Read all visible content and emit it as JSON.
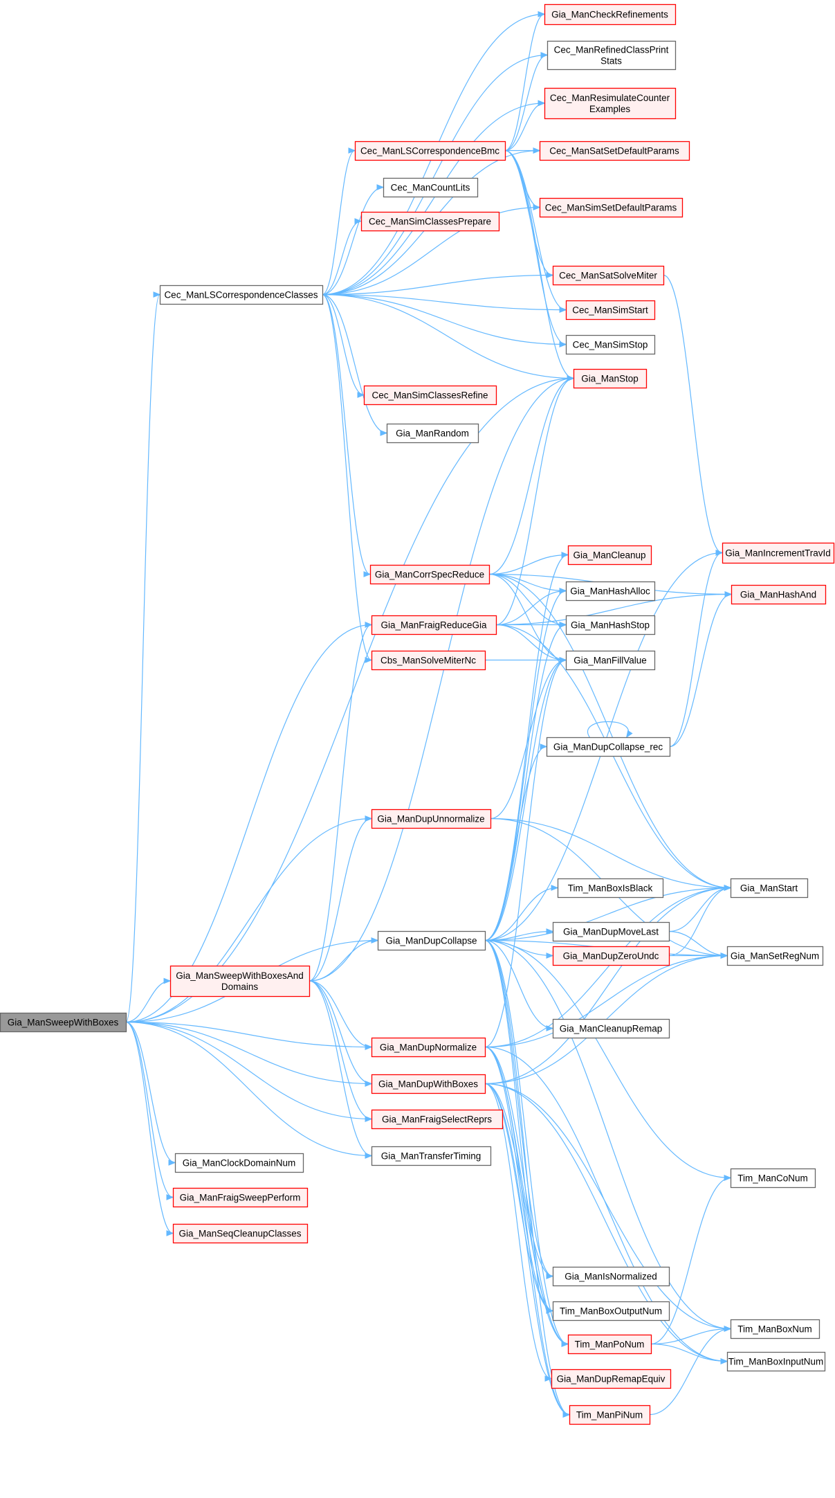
{
  "colors": {
    "edge": "#63b8ff",
    "root_fill": "#999999",
    "root_stroke": "#666666",
    "plain_fill": "#ffffff",
    "plain_stroke": "#666666",
    "red_fill": "#fff0f0",
    "red_stroke": "#ff0000"
  },
  "nodes": [
    {
      "id": "root",
      "lines": [
        "Gia_ManSweepWithBoxes"
      ],
      "style": "root"
    },
    {
      "id": "checkRef",
      "lines": [
        "Gia_ManCheckRefinements"
      ],
      "style": "red"
    },
    {
      "id": "refinedPrint",
      "lines": [
        "Cec_ManRefinedClassPrint",
        "Stats"
      ],
      "style": "plain"
    },
    {
      "id": "resimCounter",
      "lines": [
        "Cec_ManResimulateCounter",
        "Examples"
      ],
      "style": "red"
    },
    {
      "id": "lsBmc",
      "lines": [
        "Cec_ManLSCorrespondenceBmc"
      ],
      "style": "red"
    },
    {
      "id": "satDefault",
      "lines": [
        "Cec_ManSatSetDefaultParams"
      ],
      "style": "red"
    },
    {
      "id": "countLits",
      "lines": [
        "Cec_ManCountLits"
      ],
      "style": "plain"
    },
    {
      "id": "simPrepare",
      "lines": [
        "Cec_ManSimClassesPrepare"
      ],
      "style": "red"
    },
    {
      "id": "simDefault",
      "lines": [
        "Cec_ManSimSetDefaultParams"
      ],
      "style": "red"
    },
    {
      "id": "lsClasses",
      "lines": [
        "Cec_ManLSCorrespondenceClasses"
      ],
      "style": "plain"
    },
    {
      "id": "satMiter",
      "lines": [
        "Cec_ManSatSolveMiter"
      ],
      "style": "red"
    },
    {
      "id": "simStart",
      "lines": [
        "Cec_ManSimStart"
      ],
      "style": "red"
    },
    {
      "id": "simStop",
      "lines": [
        "Cec_ManSimStop"
      ],
      "style": "plain"
    },
    {
      "id": "giaStop",
      "lines": [
        "Gia_ManStop"
      ],
      "style": "red"
    },
    {
      "id": "simRefine",
      "lines": [
        "Cec_ManSimClassesRefine"
      ],
      "style": "red"
    },
    {
      "id": "random",
      "lines": [
        "Gia_ManRandom"
      ],
      "style": "plain"
    },
    {
      "id": "incTrav",
      "lines": [
        "Gia_ManIncrementTravId"
      ],
      "style": "red"
    },
    {
      "id": "cleanup",
      "lines": [
        "Gia_ManCleanup"
      ],
      "style": "red"
    },
    {
      "id": "corrSpec",
      "lines": [
        "Gia_ManCorrSpecReduce"
      ],
      "style": "red"
    },
    {
      "id": "hashAnd",
      "lines": [
        "Gia_ManHashAnd"
      ],
      "style": "red"
    },
    {
      "id": "hashAlloc",
      "lines": [
        "Gia_ManHashAlloc"
      ],
      "style": "plain"
    },
    {
      "id": "fraigReduce",
      "lines": [
        "Gia_ManFraigReduceGia"
      ],
      "style": "red"
    },
    {
      "id": "hashStop",
      "lines": [
        "Gia_ManHashStop"
      ],
      "style": "plain"
    },
    {
      "id": "cbsSolve",
      "lines": [
        "Cbs_ManSolveMiterNc"
      ],
      "style": "red"
    },
    {
      "id": "fillValue",
      "lines": [
        "Gia_ManFillValue"
      ],
      "style": "plain"
    },
    {
      "id": "dupCollRec",
      "lines": [
        "Gia_ManDupCollapse_rec"
      ],
      "style": "plain"
    },
    {
      "id": "dupUnnorm",
      "lines": [
        "Gia_ManDupUnnormalize"
      ],
      "style": "red"
    },
    {
      "id": "boxIsBlack",
      "lines": [
        "Tim_ManBoxIsBlack"
      ],
      "style": "plain"
    },
    {
      "id": "giaStart",
      "lines": [
        "Gia_ManStart"
      ],
      "style": "plain"
    },
    {
      "id": "dupMoveLast",
      "lines": [
        "Gia_ManDupMoveLast"
      ],
      "style": "plain"
    },
    {
      "id": "dupCollapse",
      "lines": [
        "Gia_ManDupCollapse"
      ],
      "style": "plain"
    },
    {
      "id": "dupZeroUndc",
      "lines": [
        "Gia_ManDupZeroUndc"
      ],
      "style": "red"
    },
    {
      "id": "setRegNum",
      "lines": [
        "Gia_ManSetRegNum"
      ],
      "style": "plain"
    },
    {
      "id": "sweepDomains",
      "lines": [
        "Gia_ManSweepWithBoxesAnd",
        "Domains"
      ],
      "style": "red"
    },
    {
      "id": "cleanupRemap",
      "lines": [
        "Gia_ManCleanupRemap"
      ],
      "style": "plain"
    },
    {
      "id": "dupNormalize",
      "lines": [
        "Gia_ManDupNormalize"
      ],
      "style": "red"
    },
    {
      "id": "dupWithBoxes",
      "lines": [
        "Gia_ManDupWithBoxes"
      ],
      "style": "red"
    },
    {
      "id": "fraigSelect",
      "lines": [
        "Gia_ManFraigSelectReprs"
      ],
      "style": "red"
    },
    {
      "id": "transferTiming",
      "lines": [
        "Gia_ManTransferTiming"
      ],
      "style": "plain"
    },
    {
      "id": "clockDomain",
      "lines": [
        "Gia_ManClockDomainNum"
      ],
      "style": "plain"
    },
    {
      "id": "coNum",
      "lines": [
        "Tim_ManCoNum"
      ],
      "style": "plain"
    },
    {
      "id": "fraigSweep",
      "lines": [
        "Gia_ManFraigSweepPerform"
      ],
      "style": "red"
    },
    {
      "id": "seqCleanup",
      "lines": [
        "Gia_ManSeqCleanupClasses"
      ],
      "style": "red"
    },
    {
      "id": "isNormalized",
      "lines": [
        "Gia_ManIsNormalized"
      ],
      "style": "plain"
    },
    {
      "id": "boxOutputNum",
      "lines": [
        "Tim_ManBoxOutputNum"
      ],
      "style": "plain"
    },
    {
      "id": "boxNum",
      "lines": [
        "Tim_ManBoxNum"
      ],
      "style": "plain"
    },
    {
      "id": "poNum",
      "lines": [
        "Tim_ManPoNum"
      ],
      "style": "red"
    },
    {
      "id": "boxInputNum",
      "lines": [
        "Tim_ManBoxInputNum"
      ],
      "style": "plain"
    },
    {
      "id": "dupRemapEquiv",
      "lines": [
        "Gia_ManDupRemapEquiv"
      ],
      "style": "red"
    },
    {
      "id": "piNum",
      "lines": [
        "Tim_ManPiNum"
      ],
      "style": "red"
    }
  ],
  "edges": [
    [
      "root",
      "lsClasses"
    ],
    [
      "root",
      "giaStop"
    ],
    [
      "root",
      "fraigReduce"
    ],
    [
      "root",
      "dupUnnorm"
    ],
    [
      "root",
      "dupCollapse"
    ],
    [
      "root",
      "sweepDomains"
    ],
    [
      "root",
      "dupNormalize"
    ],
    [
      "root",
      "dupWithBoxes"
    ],
    [
      "root",
      "fraigSelect"
    ],
    [
      "root",
      "transferTiming"
    ],
    [
      "root",
      "clockDomain"
    ],
    [
      "root",
      "fraigSweep"
    ],
    [
      "root",
      "seqCleanup"
    ],
    [
      "lsClasses",
      "checkRef"
    ],
    [
      "lsClasses",
      "refinedPrint"
    ],
    [
      "lsClasses",
      "resimCounter"
    ],
    [
      "lsClasses",
      "lsBmc"
    ],
    [
      "lsClasses",
      "satDefault"
    ],
    [
      "lsClasses",
      "countLits"
    ],
    [
      "lsClasses",
      "simPrepare"
    ],
    [
      "lsClasses",
      "simDefault"
    ],
    [
      "lsClasses",
      "satMiter"
    ],
    [
      "lsClasses",
      "simStart"
    ],
    [
      "lsClasses",
      "simStop"
    ],
    [
      "lsClasses",
      "giaStop"
    ],
    [
      "lsClasses",
      "simRefine"
    ],
    [
      "lsClasses",
      "random"
    ],
    [
      "lsClasses",
      "corrSpec"
    ],
    [
      "lsClasses",
      "cbsSolve"
    ],
    [
      "lsBmc",
      "checkRef"
    ],
    [
      "lsBmc",
      "refinedPrint"
    ],
    [
      "lsBmc",
      "resimCounter"
    ],
    [
      "lsBmc",
      "satDefault"
    ],
    [
      "lsBmc",
      "simDefault"
    ],
    [
      "lsBmc",
      "satMiter"
    ],
    [
      "lsBmc",
      "simStart"
    ],
    [
      "lsBmc",
      "simStop"
    ],
    [
      "lsBmc",
      "giaStop"
    ],
    [
      "satMiter",
      "incTrav"
    ],
    [
      "corrSpec",
      "giaStop"
    ],
    [
      "corrSpec",
      "cleanup"
    ],
    [
      "corrSpec",
      "hashAlloc"
    ],
    [
      "corrSpec",
      "hashStop"
    ],
    [
      "corrSpec",
      "fillValue"
    ],
    [
      "corrSpec",
      "giaStart"
    ],
    [
      "corrSpec",
      "hashAnd"
    ],
    [
      "fraigReduce",
      "giaStop"
    ],
    [
      "fraigReduce",
      "hashAlloc"
    ],
    [
      "fraigReduce",
      "hashStop"
    ],
    [
      "fraigReduce",
      "fillValue"
    ],
    [
      "fraigReduce",
      "giaStart"
    ],
    [
      "fraigReduce",
      "hashAnd"
    ],
    [
      "cbsSolve",
      "fillValue"
    ],
    [
      "dupCollRec",
      "dupCollRec"
    ],
    [
      "dupCollRec",
      "incTrav"
    ],
    [
      "dupCollRec",
      "hashAnd"
    ],
    [
      "dupUnnorm",
      "fillValue"
    ],
    [
      "dupUnnorm",
      "giaStart"
    ],
    [
      "dupUnnorm",
      "setRegNum"
    ],
    [
      "sweepDomains",
      "giaStop"
    ],
    [
      "sweepDomains",
      "fraigReduce"
    ],
    [
      "sweepDomains",
      "dupUnnorm"
    ],
    [
      "sweepDomains",
      "dupCollapse"
    ],
    [
      "sweepDomains",
      "dupNormalize"
    ],
    [
      "sweepDomains",
      "dupWithBoxes"
    ],
    [
      "sweepDomains",
      "fraigSelect"
    ],
    [
      "sweepDomains",
      "transferTiming"
    ],
    [
      "dupCollapse",
      "cleanup"
    ],
    [
      "dupCollapse",
      "hashAlloc"
    ],
    [
      "dupCollapse",
      "hashStop"
    ],
    [
      "dupCollapse",
      "fillValue"
    ],
    [
      "dupCollapse",
      "dupCollRec"
    ],
    [
      "dupCollapse",
      "boxIsBlack"
    ],
    [
      "dupCollapse",
      "giaStart"
    ],
    [
      "dupCollapse",
      "dupMoveLast"
    ],
    [
      "dupCollapse",
      "dupZeroUndc"
    ],
    [
      "dupCollapse",
      "setRegNum"
    ],
    [
      "dupCollapse",
      "cleanupRemap"
    ],
    [
      "dupCollapse",
      "coNum"
    ],
    [
      "dupCollapse",
      "incTrav"
    ],
    [
      "dupCollapse",
      "isNormalized"
    ],
    [
      "dupCollapse",
      "boxOutputNum"
    ],
    [
      "dupCollapse",
      "poNum"
    ],
    [
      "dupCollapse",
      "piNum"
    ],
    [
      "dupCollapse",
      "boxNum"
    ],
    [
      "dupMoveLast",
      "giaStart"
    ],
    [
      "dupMoveLast",
      "setRegNum"
    ],
    [
      "dupZeroUndc",
      "giaStart"
    ],
    [
      "dupZeroUndc",
      "setRegNum"
    ],
    [
      "dupNormalize",
      "fillValue"
    ],
    [
      "dupNormalize",
      "giaStart"
    ],
    [
      "dupNormalize",
      "setRegNum"
    ],
    [
      "dupNormalize",
      "isNormalized"
    ],
    [
      "dupNormalize",
      "boxOutputNum"
    ],
    [
      "dupNormalize",
      "poNum"
    ],
    [
      "dupNormalize",
      "piNum"
    ],
    [
      "dupNormalize",
      "boxInputNum"
    ],
    [
      "dupWithBoxes",
      "giaStart"
    ],
    [
      "dupWithBoxes",
      "boxNum"
    ],
    [
      "dupWithBoxes",
      "boxOutputNum"
    ],
    [
      "dupWithBoxes",
      "poNum"
    ],
    [
      "dupWithBoxes",
      "dupRemapEquiv"
    ],
    [
      "dupWithBoxes",
      "piNum"
    ],
    [
      "dupWithBoxes",
      "boxInputNum"
    ],
    [
      "dupWithBoxes",
      "setRegNum"
    ],
    [
      "poNum",
      "coNum"
    ],
    [
      "poNum",
      "boxNum"
    ],
    [
      "poNum",
      "boxInputNum"
    ],
    [
      "piNum",
      "boxNum"
    ]
  ]
}
